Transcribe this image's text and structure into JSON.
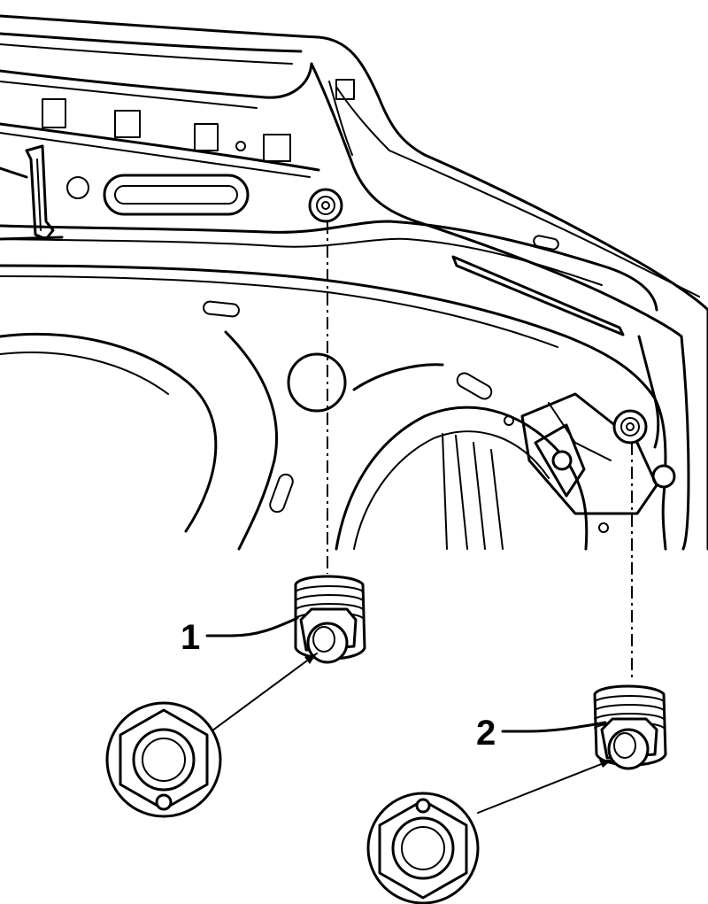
{
  "diagram": {
    "callouts": [
      {
        "label": "1",
        "part": "stud-1"
      },
      {
        "label": "2",
        "part": "stud-2"
      }
    ]
  }
}
